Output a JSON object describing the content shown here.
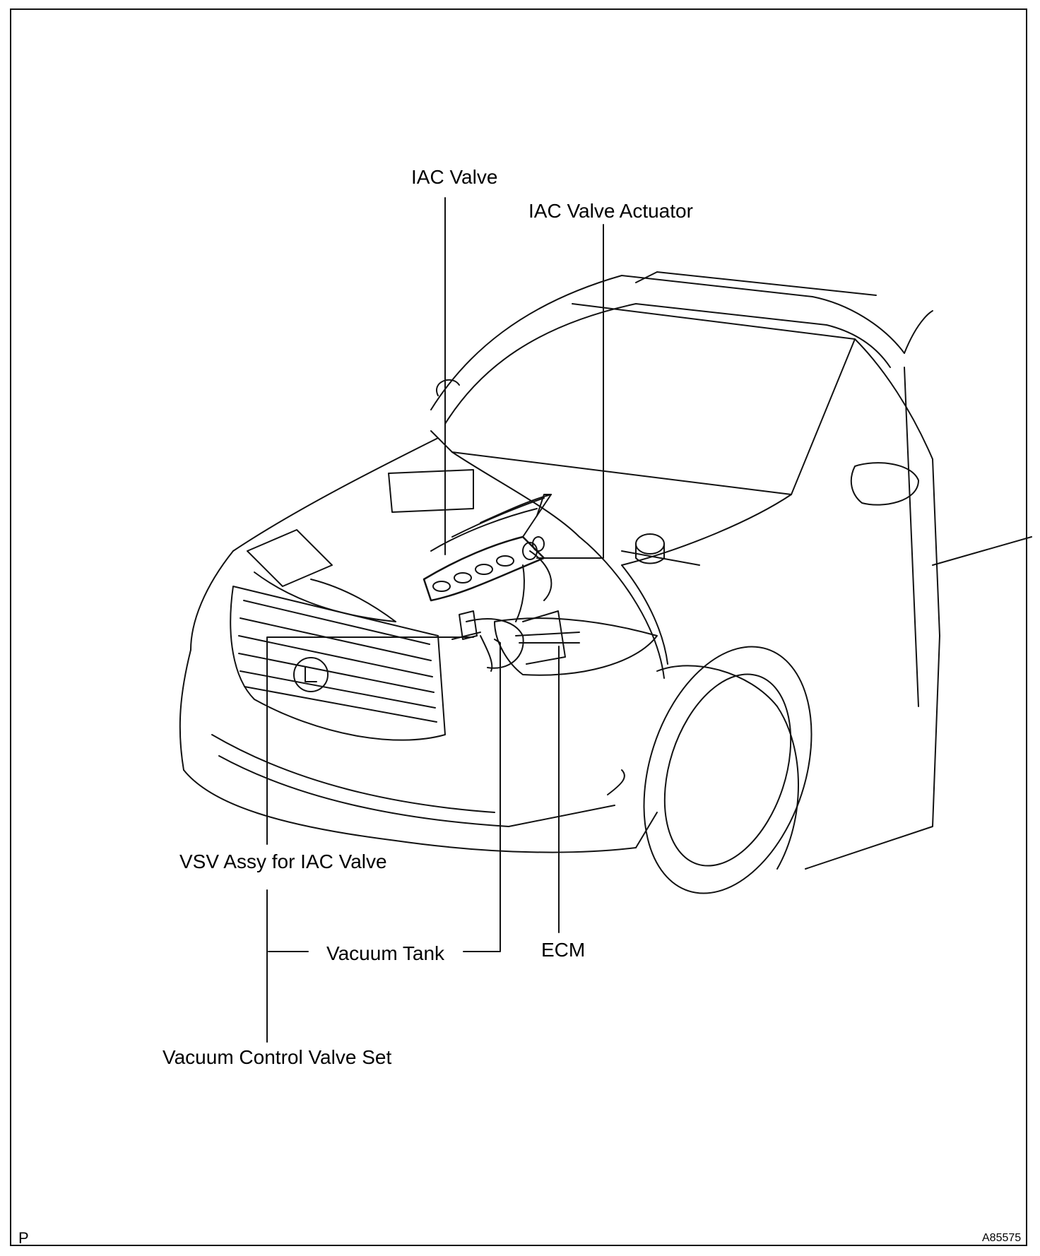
{
  "labels": {
    "iac_valve": "IAC Valve",
    "iac_valve_actuator": "IAC Valve Actuator",
    "vsv_assy": "VSV Assy for IAC Valve",
    "vacuum_tank": "Vacuum Tank",
    "ecm": "ECM",
    "vacuum_control_valve_set": "Vacuum Control Valve Set"
  },
  "footer": {
    "left_mark": "P",
    "figure_code": "A85575"
  },
  "colors": {
    "ink": "#000000",
    "paper": "#ffffff"
  }
}
